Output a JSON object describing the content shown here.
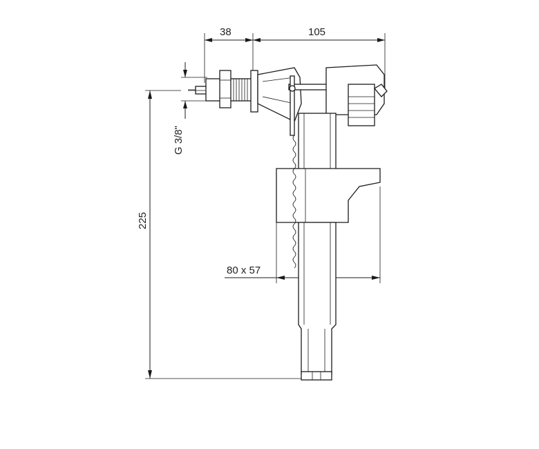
{
  "dimensions": {
    "top_left": "38",
    "top_right": "105",
    "thread": "G 3/8\"",
    "height": "225",
    "float_size": "80 x 57"
  },
  "colors": {
    "line": "#1a1a1a",
    "background": "#ffffff"
  }
}
